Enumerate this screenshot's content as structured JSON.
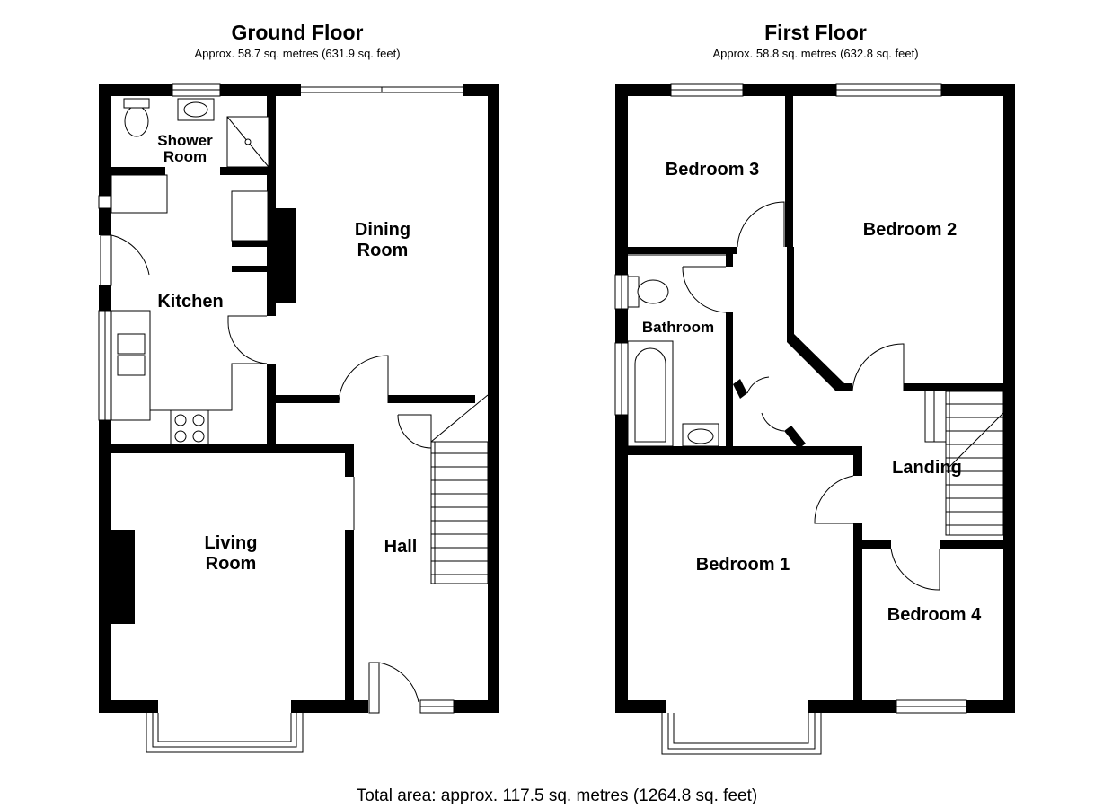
{
  "ground_floor": {
    "title": "Ground Floor",
    "area": "Approx. 58.7 sq. metres (631.9 sq. feet)",
    "rooms": {
      "shower_room": [
        "Shower",
        "Room"
      ],
      "dining_room": [
        "Dining",
        "Room"
      ],
      "kitchen": "Kitchen",
      "living_room": [
        "Living",
        "Room"
      ],
      "hall": "Hall"
    }
  },
  "first_floor": {
    "title": "First Floor",
    "area": "Approx. 58.8 sq. metres (632.8 sq. feet)",
    "rooms": {
      "bedroom_3": "Bedroom 3",
      "bedroom_2": "Bedroom 2",
      "bathroom": "Bathroom",
      "landing": "Landing",
      "bedroom_1": "Bedroom 1",
      "bedroom_4": "Bedroom 4"
    }
  },
  "total_area": "Total area: approx. 117.5 sq. metres (1264.8 sq. feet)"
}
